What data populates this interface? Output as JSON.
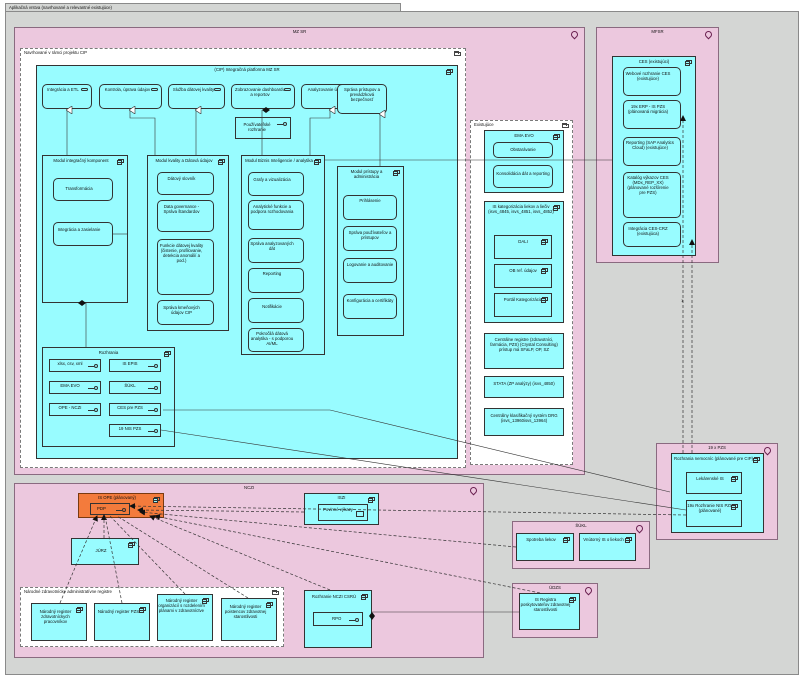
{
  "title": "Aplikačná vrstva (navrhované a relevantné existujúce)",
  "mzsr": {
    "label": "MZ SR",
    "cip_group": "Navrhované v rámci projektu CIP",
    "platform": "(CIP) Integračná platforma MZ SR",
    "services": [
      "Integrácia a ETL",
      "Kontrola, úprava údajov",
      "Služba dátovej kvality",
      "Zobrazovanie dashboardu a reportov",
      "Analyzovanie údajov",
      "Správa prístupov a prevádzková bezpečnosť"
    ],
    "user_interface": "Používateľské rozhranie",
    "modules": {
      "integ": {
        "title": "Modul integračný komponent",
        "items": [
          "Transformácia",
          "Integrácia a zasielanie"
        ]
      },
      "quality": {
        "title": "Modul kvality a Dátová údajov",
        "items": [
          "Dátový slovník",
          "Data governance - Správa štandardov",
          "Funkcie dátovej kvality (čistenie, profilovanie, detekcia anomálií a pod.)",
          "Správa kmeňových údajov CIP"
        ]
      },
      "bi": {
        "title": "Modul Biznis Inteligencie / analytika",
        "items": [
          "Grafy a vizualizácia",
          "Analytické funkcie a podpora rozhodovania",
          "Správa analyzovaných dát",
          "Reporting",
          "Notifikácie",
          "Pokročilá dátová analytika - s podporou AI/ML"
        ]
      },
      "access": {
        "title": "Modul prístupy a administrácia",
        "items": [
          "Prihlásenie",
          "Správa používateľov a prístupov",
          "Logovanie a auditovanie",
          "Konfigurácia a certifikáty"
        ]
      }
    },
    "interfaces": {
      "title": "Rozhrania",
      "items": [
        "xlsx, csv, xml",
        "IS EPIS",
        "EMA EVO",
        "ŠÚKL",
        "OPE - NCZI",
        "CES pre PZS",
        "19 NIS PZS"
      ]
    },
    "existing": {
      "label": "Existujúce",
      "emaevo": {
        "title": "EMA EVO",
        "items": [
          "Obstarávanie",
          "Konsolidácia dát a reporting"
        ]
      },
      "iskat": {
        "title": "IS kategorizácia liekov a liečiv (isvs_4845, isvs_4851, isvs_4852)",
        "items": [
          "DALI",
          "OB ref. údajov",
          "Portál Kategorizácia"
        ]
      },
      "central": "Centrálne registre (zdravotníci, farmácia, PZS) (Crystal Consulting) prístup má SFaLP, OP, SZ",
      "stata": "STATA (ZP analýzy) (isvs_4850)",
      "drg": "Centrálny klasifikačný systém DRG (isvs_13960isvs_13964)"
    }
  },
  "mfsr": {
    "label": "MFSR",
    "ces": "CES (existujúci)",
    "items": [
      "Webové rozhranie CES (existujúce)",
      "19x ERP - IS PZS (plánovaná migrácia)",
      "Reporting (SAP Analytics Cloud) (existujúce)",
      "Katalóg výkazov CES (MDx_REP_XX) (plánované rozšírenie pre PZS)",
      "Integrácia CES-CRZ (existujúca)"
    ]
  },
  "pzs19": {
    "label": "19 x PZS",
    "box": "Rozhrania nemocníc (plánované pre CIP)",
    "items": [
      "Lekárenské IS",
      "19x Rozhranie NIS PZS (plánované)"
    ]
  },
  "nczi": {
    "label": "NCZI",
    "ope": "IS OPE (plánovaný)",
    "pdp": "PDP",
    "iszi": "ISZI",
    "reports": "Povinné výkazy",
    "jurz": "JÚRZ",
    "registers_group": "Národné zdravotnícke administratívne registre",
    "registers": [
      "Národný register zdravotníckych pracovníkov",
      "Národný register PZS",
      "Národný register organizácií s rozdelením plánami v zdravotníctve",
      "Národný register poistencov zdravotnej starostlivosti"
    ],
    "csru": "Rozhranie NCZI CSRÚ",
    "rpo": "RPO"
  },
  "sukl": {
    "label": "ŠÚKL",
    "items": [
      "Spotreba liekov",
      "Vnútorný IS o liekoch"
    ]
  },
  "udzs": {
    "label": "ÚDZS",
    "item": "IS Registra poskytovateľov zdravotnej starostlivosti"
  },
  "multiplicity": "1"
}
